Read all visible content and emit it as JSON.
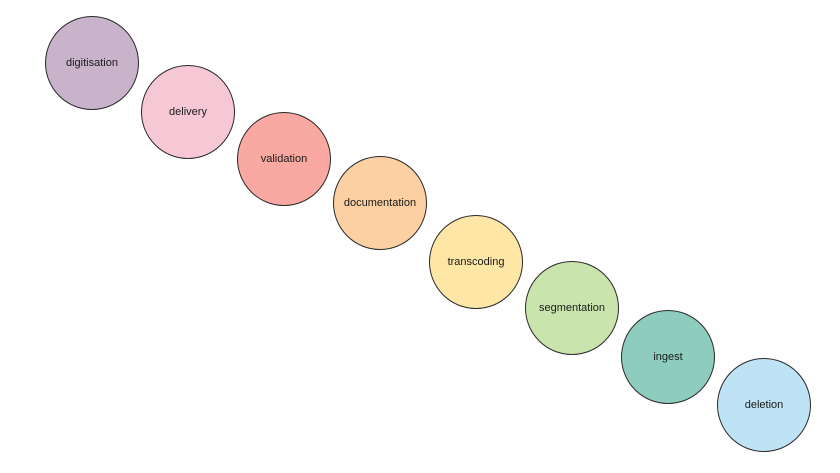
{
  "stages": [
    {
      "label": "digitisation",
      "color": "#c8b3cb"
    },
    {
      "label": "delivery",
      "color": "#f6c8d6"
    },
    {
      "label": "validation",
      "color": "#f9a9a1"
    },
    {
      "label": "documentation",
      "color": "#fcd0a3"
    },
    {
      "label": "transcoding",
      "color": "#fde6a6"
    },
    {
      "label": "segmentation",
      "color": "#c9e5ad"
    },
    {
      "label": "ingest",
      "color": "#8ecdbe"
    },
    {
      "label": "deletion",
      "color": "#bee3f5"
    }
  ]
}
